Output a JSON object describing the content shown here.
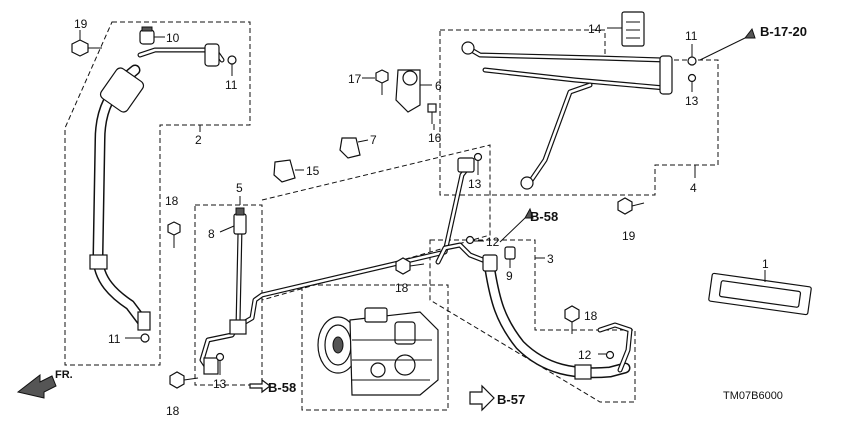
{
  "callouts": {
    "c1": "1",
    "c2": "2",
    "c3": "3",
    "c4": "4",
    "c5": "5",
    "c6": "6",
    "c7": "7",
    "c8": "8",
    "c9": "9",
    "c10": "10",
    "c11a": "11",
    "c11b": "11",
    "c11c": "11",
    "c12a": "12",
    "c12b": "12",
    "c13a": "13",
    "c13b": "13",
    "c13c": "13",
    "c14": "14",
    "c15": "15",
    "c16": "16",
    "c17": "17",
    "c18a": "18",
    "c18b": "18",
    "c18c": "18",
    "c18d": "18",
    "c19a": "19",
    "c19b": "19"
  },
  "refs": {
    "b1720": "B-17-20",
    "b58a": "B-58",
    "b58b": "B-58",
    "b57": "B-57"
  },
  "front_marker": "FR.",
  "diagram_code": "TM07B6000"
}
